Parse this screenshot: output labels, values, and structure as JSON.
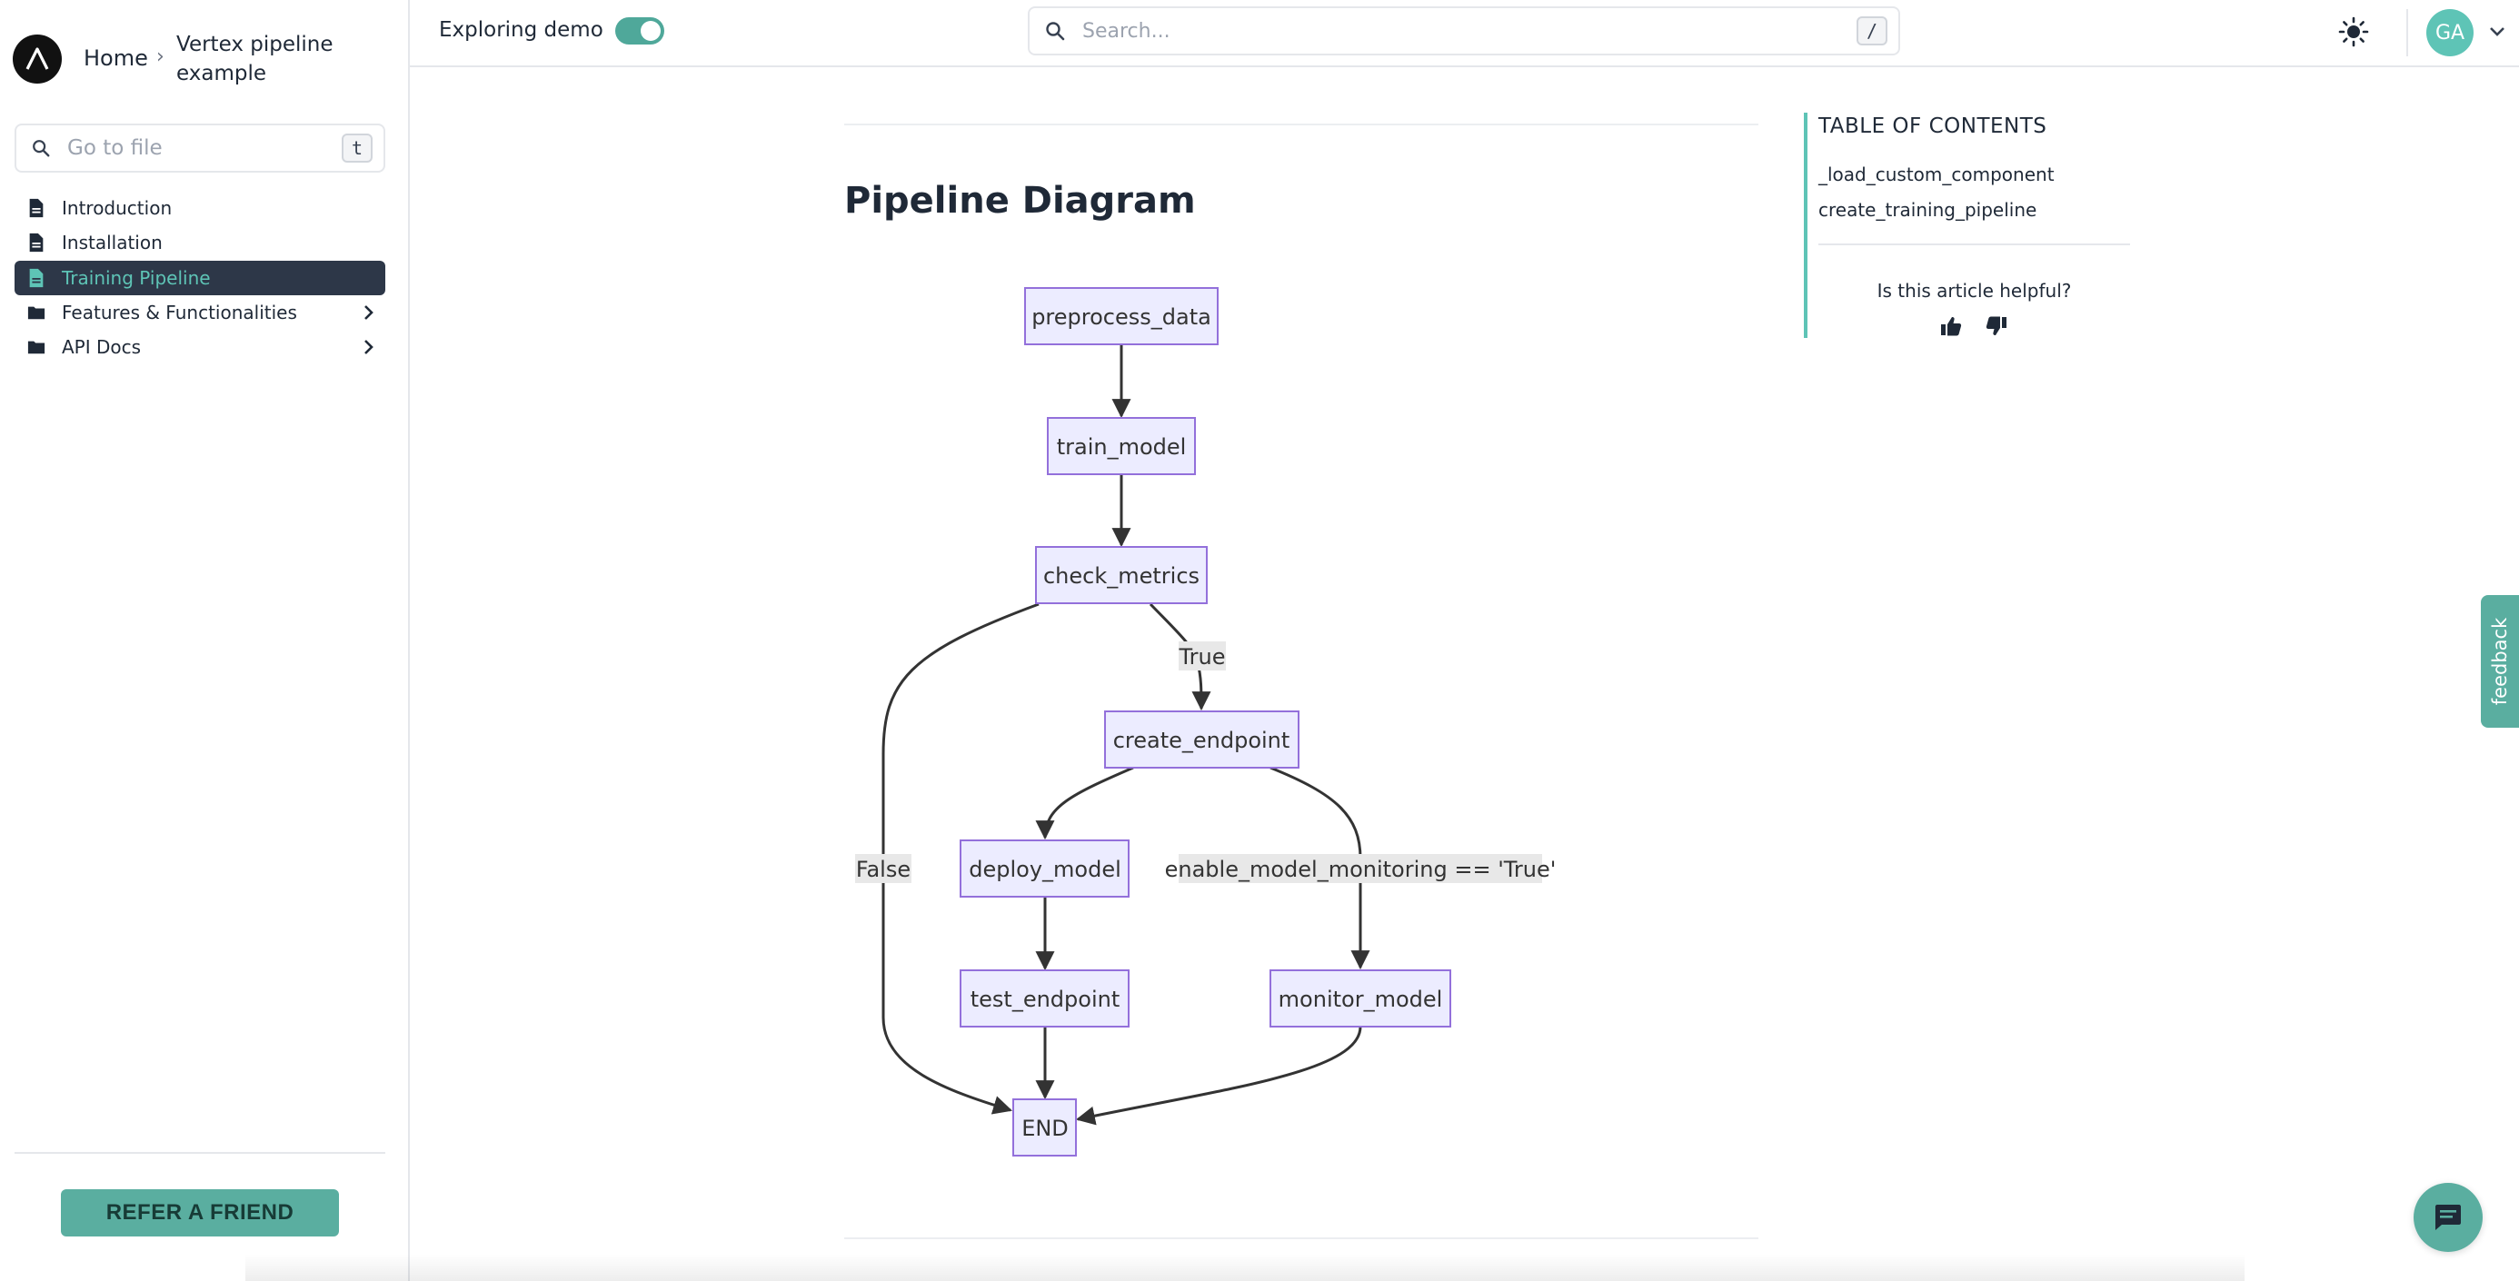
{
  "breadcrumb": {
    "home": "Home",
    "separator": "›",
    "current": "Vertex pipeline example"
  },
  "sidebar": {
    "search": {
      "placeholder": "Go to file",
      "shortcut": "t"
    },
    "items": [
      {
        "label": "Introduction",
        "icon": "document-icon",
        "active": false
      },
      {
        "label": "Installation",
        "icon": "document-icon",
        "active": false
      },
      {
        "label": "Training Pipeline",
        "icon": "document-icon",
        "active": true
      },
      {
        "label": "Features & Functionalities",
        "icon": "folder-icon",
        "active": false,
        "expandable": true
      },
      {
        "label": "API Docs",
        "icon": "folder-icon",
        "active": false,
        "expandable": true
      }
    ],
    "refer_button": "REFER A FRIEND"
  },
  "topbar": {
    "demo_label": "Exploring demo",
    "demo_toggle_on": true,
    "search": {
      "placeholder": "Search...",
      "shortcut": "/"
    },
    "avatar_initials": "GA"
  },
  "main": {
    "title": "Pipeline Diagram"
  },
  "diagram": {
    "nodes": [
      {
        "id": "preprocess_data",
        "label": "preprocess_data"
      },
      {
        "id": "train_model",
        "label": "train_model"
      },
      {
        "id": "check_metrics",
        "label": "check_metrics"
      },
      {
        "id": "create_endpoint",
        "label": "create_endpoint"
      },
      {
        "id": "deploy_model",
        "label": "deploy_model"
      },
      {
        "id": "test_endpoint",
        "label": "test_endpoint"
      },
      {
        "id": "monitor_model",
        "label": "monitor_model"
      },
      {
        "id": "end",
        "label": "END"
      }
    ],
    "edges": [
      {
        "from": "preprocess_data",
        "to": "train_model",
        "label": ""
      },
      {
        "from": "train_model",
        "to": "check_metrics",
        "label": ""
      },
      {
        "from": "check_metrics",
        "to": "create_endpoint",
        "label": "True"
      },
      {
        "from": "check_metrics",
        "to": "end",
        "label": "False"
      },
      {
        "from": "create_endpoint",
        "to": "deploy_model",
        "label": ""
      },
      {
        "from": "create_endpoint",
        "to": "monitor_model",
        "label": "enable_model_monitoring == 'True'"
      },
      {
        "from": "deploy_model",
        "to": "test_endpoint",
        "label": ""
      },
      {
        "from": "test_endpoint",
        "to": "end",
        "label": ""
      },
      {
        "from": "monitor_model",
        "to": "end",
        "label": ""
      }
    ]
  },
  "toc": {
    "title": "TABLE OF CONTENTS",
    "links": [
      "_load_custom_component",
      "create_training_pipeline"
    ],
    "helpful_prompt": "Is this article helpful?"
  },
  "feedback_tab": "feedback",
  "colors": {
    "accent": "#5ec4b6",
    "button": "#5aaea0",
    "active_nav_bg": "#2d3748",
    "node_fill": "#ECECFF",
    "node_stroke": "#9370DB"
  }
}
